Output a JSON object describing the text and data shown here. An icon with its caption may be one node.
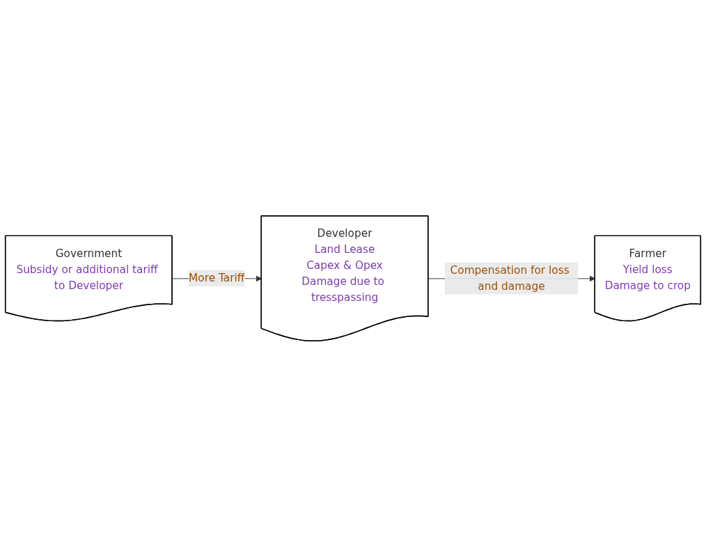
{
  "diagram": {
    "nodes": [
      {
        "text": [
          "Government",
          "Subsidy or additional tariff to Developer"
        ]
      },
      {
        "text": [
          "Developer",
          "Land Lease",
          "Capex & Opex",
          "Damage due to tresspassing"
        ]
      },
      {
        "text": [
          "Farmer",
          "Yield loss",
          "Damage to crop"
        ]
      }
    ],
    "edges": [
      {
        "from": 0,
        "to": 1,
        "arrow": "to",
        "label": "More Tariff"
      },
      {
        "from": 1,
        "to": 2,
        "arrow": "to",
        "label": "Compensation for loss and damage"
      }
    ]
  }
}
